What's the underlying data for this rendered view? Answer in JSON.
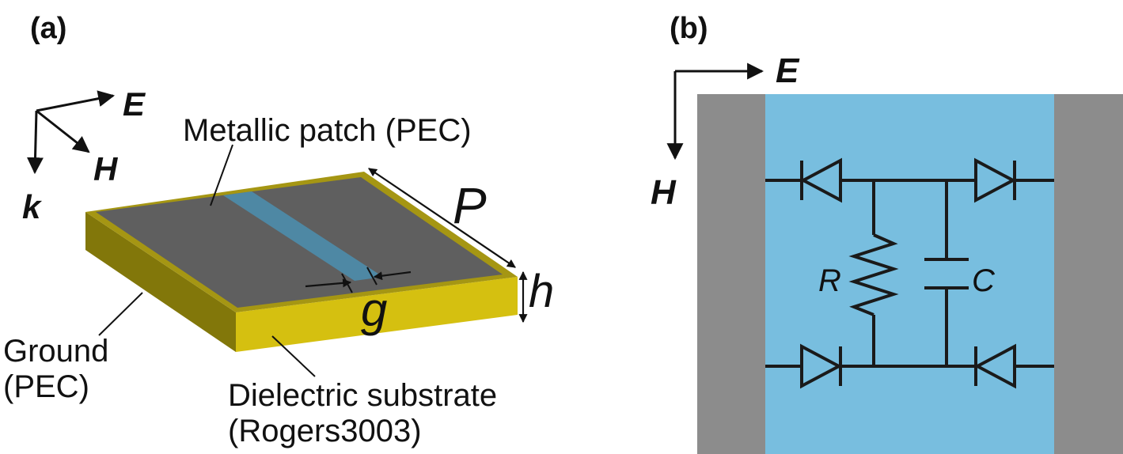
{
  "panel_a": {
    "tag": "(a)",
    "axes": {
      "e": "E",
      "h": "H",
      "k": "k"
    },
    "labels": {
      "patch": "Metallic patch (PEC)",
      "period": "P",
      "height": "h",
      "gap": "g",
      "ground_line1": "Ground",
      "ground_line2": "(PEC)",
      "substrate_line1": "Dielectric substrate",
      "substrate_line2": "(Rogers3003)"
    }
  },
  "panel_b": {
    "tag": "(b)",
    "axes": {
      "e": "E",
      "h": "H"
    },
    "labels": {
      "resistor": "R",
      "capacitor": "C"
    }
  },
  "colors": {
    "patch": "#5f5f5f",
    "gap_strip": "#4e88a4",
    "substrate_front": "#d5c010",
    "substrate_side": "#82770a",
    "substrate_rim": "#a59613",
    "cell_blue": "#78bedf",
    "cell_metal": "#8c8c8c",
    "circuit": "#1a1a1a"
  }
}
